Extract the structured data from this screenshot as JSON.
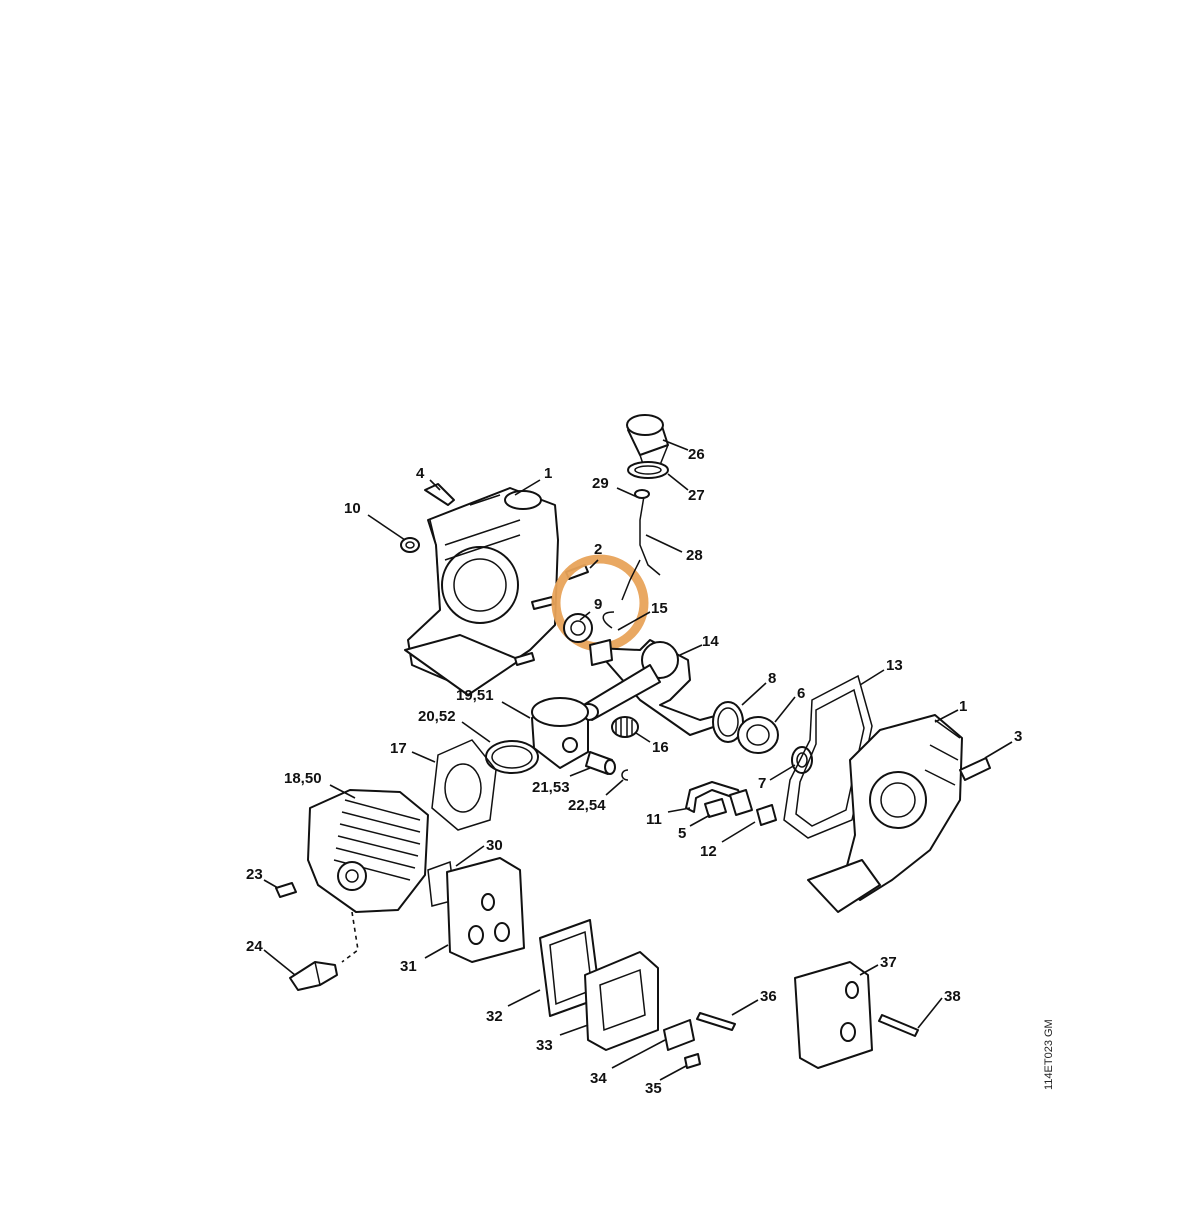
{
  "diagram": {
    "callouts": [
      {
        "id": "c4",
        "text": "4"
      },
      {
        "id": "c1a",
        "text": "1"
      },
      {
        "id": "c10",
        "text": "10"
      },
      {
        "id": "c2",
        "text": "2"
      },
      {
        "id": "c9",
        "text": "9"
      },
      {
        "id": "c15",
        "text": "15"
      },
      {
        "id": "c26",
        "text": "26"
      },
      {
        "id": "c27",
        "text": "27"
      },
      {
        "id": "c29",
        "text": "29"
      },
      {
        "id": "c28",
        "text": "28"
      },
      {
        "id": "c14",
        "text": "14"
      },
      {
        "id": "c13",
        "text": "13"
      },
      {
        "id": "c8",
        "text": "8"
      },
      {
        "id": "c6",
        "text": "6"
      },
      {
        "id": "c1b",
        "text": "1"
      },
      {
        "id": "c3",
        "text": "3"
      },
      {
        "id": "c19_51",
        "text": "19,51"
      },
      {
        "id": "c20_52",
        "text": "20,52"
      },
      {
        "id": "c16",
        "text": "16"
      },
      {
        "id": "c17",
        "text": "17"
      },
      {
        "id": "c21_53",
        "text": "21,53"
      },
      {
        "id": "c22_54",
        "text": "22,54"
      },
      {
        "id": "c7",
        "text": "7"
      },
      {
        "id": "c18_50",
        "text": "18,50"
      },
      {
        "id": "c11",
        "text": "11"
      },
      {
        "id": "c5",
        "text": "5"
      },
      {
        "id": "c12",
        "text": "12"
      },
      {
        "id": "c30",
        "text": "30"
      },
      {
        "id": "c23",
        "text": "23"
      },
      {
        "id": "c24",
        "text": "24"
      },
      {
        "id": "c31",
        "text": "31"
      },
      {
        "id": "c32",
        "text": "32"
      },
      {
        "id": "c33",
        "text": "33"
      },
      {
        "id": "c34",
        "text": "34"
      },
      {
        "id": "c35",
        "text": "35"
      },
      {
        "id": "c36",
        "text": "36"
      },
      {
        "id": "c37",
        "text": "37"
      },
      {
        "id": "c38",
        "text": "38"
      }
    ],
    "highlight_color": "#E8A35A",
    "drawing_code": "114ET023 GM"
  }
}
